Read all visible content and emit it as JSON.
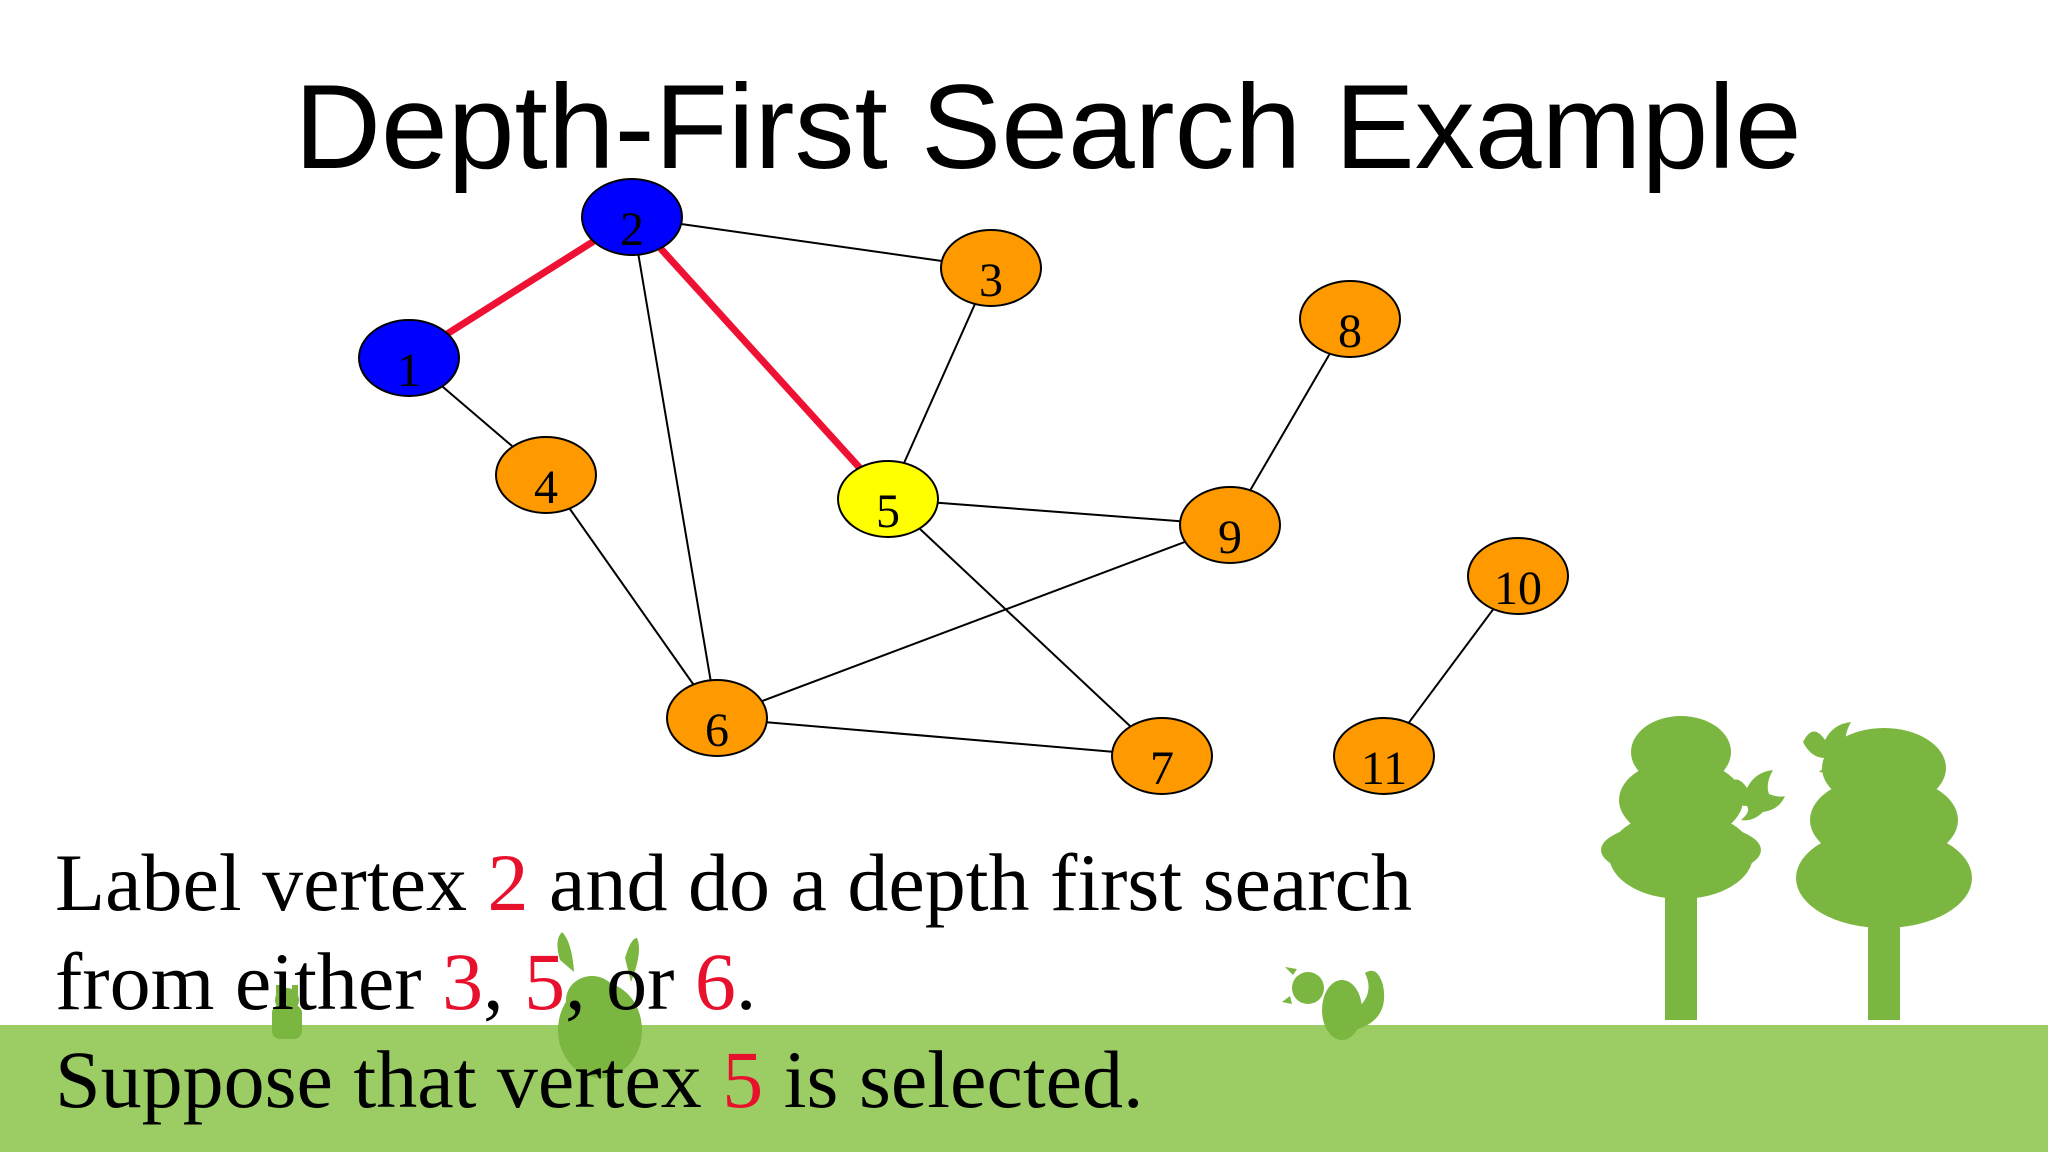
{
  "title": "Depth-First Search Example",
  "colors": {
    "visited": "#0000ff",
    "current": "#ffff00",
    "unvisited": "#ff9900",
    "tree_edge": "#ee1133",
    "edge": "#000000",
    "highlight": "#e8112d",
    "ground": "#9ccd64",
    "decoration": "#7ab640"
  },
  "graph": {
    "nodes": [
      {
        "id": "1",
        "state": "visited"
      },
      {
        "id": "2",
        "state": "visited"
      },
      {
        "id": "3",
        "state": "unvisited"
      },
      {
        "id": "4",
        "state": "unvisited"
      },
      {
        "id": "5",
        "state": "current"
      },
      {
        "id": "6",
        "state": "unvisited"
      },
      {
        "id": "7",
        "state": "unvisited"
      },
      {
        "id": "8",
        "state": "unvisited"
      },
      {
        "id": "9",
        "state": "unvisited"
      },
      {
        "id": "10",
        "state": "unvisited"
      },
      {
        "id": "11",
        "state": "unvisited"
      }
    ],
    "edges": [
      {
        "from": "1",
        "to": "2",
        "tree": true
      },
      {
        "from": "2",
        "to": "5",
        "tree": true
      },
      {
        "from": "1",
        "to": "4",
        "tree": false
      },
      {
        "from": "2",
        "to": "3",
        "tree": false
      },
      {
        "from": "2",
        "to": "6",
        "tree": false
      },
      {
        "from": "3",
        "to": "5",
        "tree": false
      },
      {
        "from": "4",
        "to": "6",
        "tree": false
      },
      {
        "from": "5",
        "to": "9",
        "tree": false
      },
      {
        "from": "5",
        "to": "7",
        "tree": false
      },
      {
        "from": "6",
        "to": "9",
        "tree": false
      },
      {
        "from": "6",
        "to": "7",
        "tree": false
      },
      {
        "from": "8",
        "to": "9",
        "tree": false
      },
      {
        "from": "10",
        "to": "11",
        "tree": false
      }
    ]
  },
  "body": {
    "line1": {
      "a": "Label vertex ",
      "v1": "2",
      "b": " and do a depth first search"
    },
    "line2": {
      "a": "from either ",
      "v1": "3",
      "s1": ", ",
      "v2": "5",
      "s2": ", or ",
      "v3": "6",
      "b": "."
    },
    "line3": {
      "a": "Suppose that vertex ",
      "v1": "5",
      "b": " is selected."
    }
  }
}
